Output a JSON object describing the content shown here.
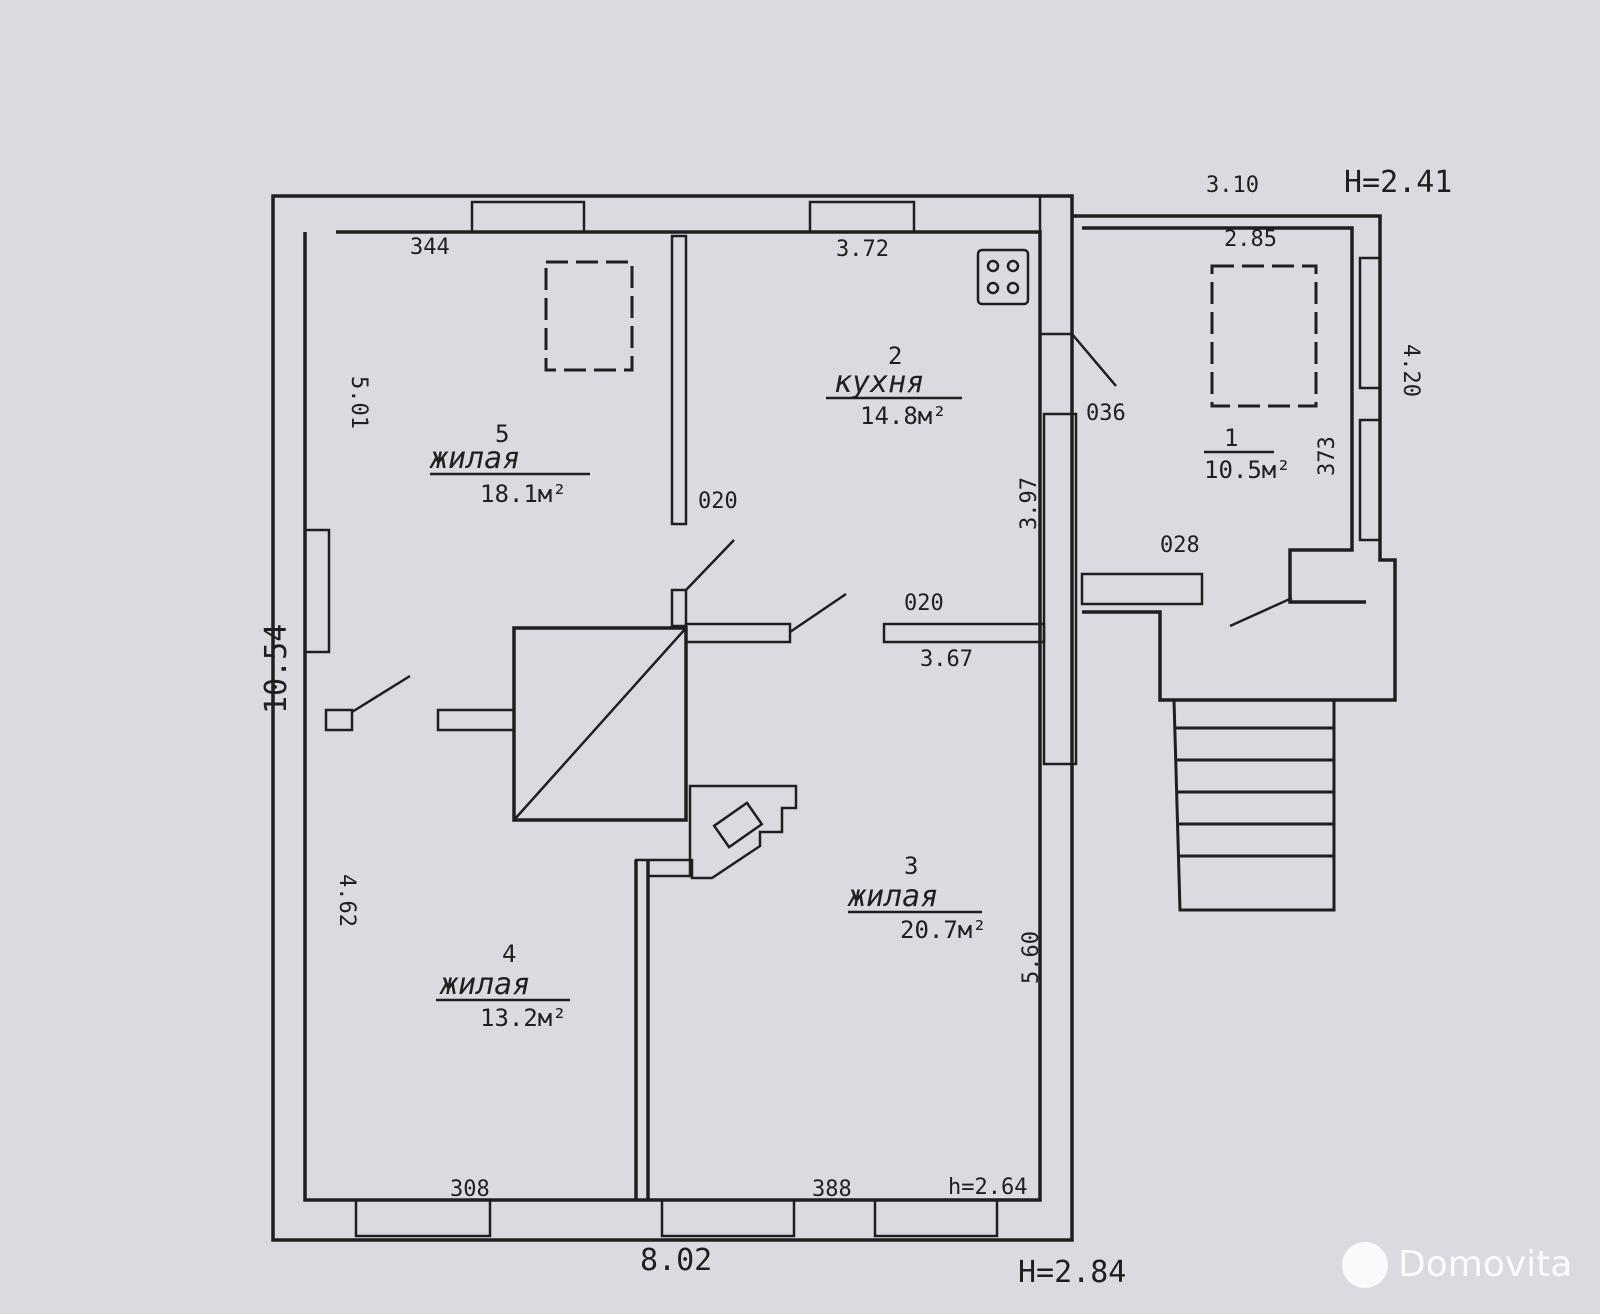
{
  "plan": {
    "rooms": [
      {
        "number": "1",
        "name": "",
        "area": "10.5м²"
      },
      {
        "number": "2",
        "name": "кухня",
        "area": "14.8м²"
      },
      {
        "number": "3",
        "name": "жилая",
        "area": "20.7м²"
      },
      {
        "number": "4",
        "name": "жилая",
        "area": "13.2м²"
      },
      {
        "number": "5",
        "name": "жилая",
        "area": "18.1м²"
      }
    ],
    "dimensions": {
      "d344": "344",
      "d372": "3.72",
      "d310": "3.10",
      "d285": "2.85",
      "d420": "4.20",
      "d373": "373",
      "d501": "5.01",
      "d1054": "10.54",
      "d020a": "020",
      "d036": "036",
      "d397": "3.97",
      "d028": "028",
      "d020b": "020",
      "d367": "3.67",
      "d462": "4.62",
      "d560": "5.60",
      "d308": "308",
      "d388": "388",
      "d802": "8.02"
    },
    "heights": {
      "h_ext_top": "H=2.41",
      "h_room": "h=2.64",
      "h_ext_bottom": "H=2.84"
    }
  },
  "watermark": {
    "text": "Domovita"
  }
}
